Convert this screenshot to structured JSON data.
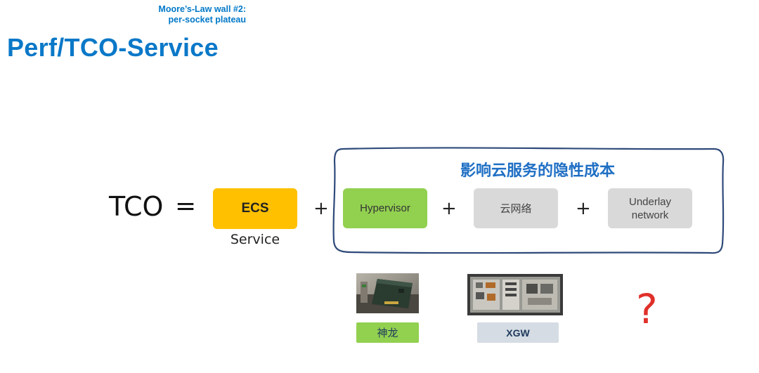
{
  "header": {
    "subtitle_line1": "Moore’s-Law wall #2:",
    "subtitle_line2": "per-socket plateau",
    "title": "Perf/TCO-Service"
  },
  "equation": {
    "lhs": "TCO",
    "equals": "=",
    "plus": "+",
    "ecs_label": "ECS",
    "ecs_caption": "Service",
    "ecs_color": "#ffc000"
  },
  "hidden_costs": {
    "title": "影响云服务的隐性成本",
    "title_color": "#1f6fc4",
    "items": [
      {
        "label": "Hypervisor",
        "color": "#92d050"
      },
      {
        "label": "云网络",
        "color": "#d9d9d9"
      },
      {
        "label_line1": "Underlay",
        "label_line2": "network",
        "color": "#d9d9d9"
      }
    ]
  },
  "examples": [
    {
      "image": "bare-metal-card-photo",
      "tag": "神龙",
      "tag_color": "#92d050"
    },
    {
      "image": "xgw-server-photo",
      "tag": "XGW",
      "tag_color": "#d5dce4"
    },
    {
      "symbol": "?",
      "color": "#e0302a"
    }
  ]
}
